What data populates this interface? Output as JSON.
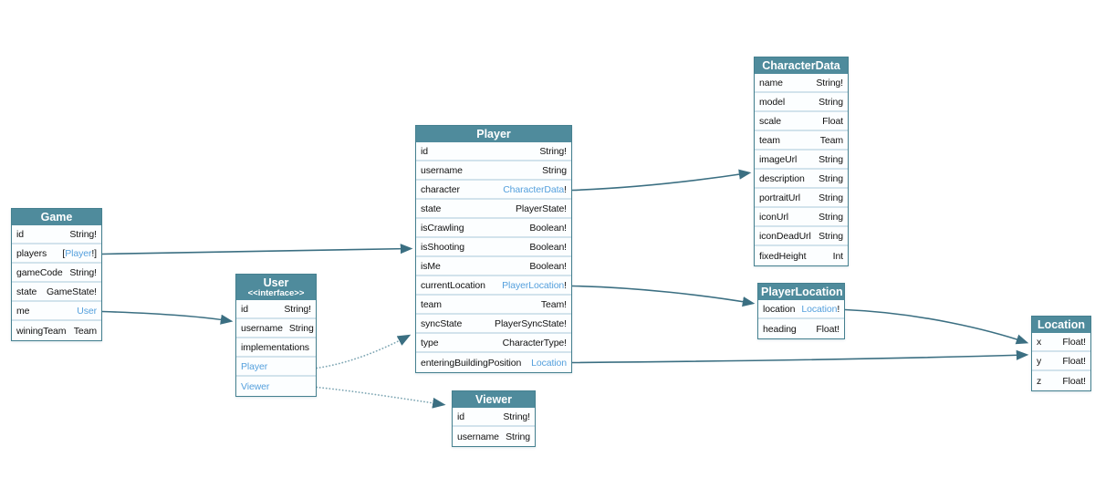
{
  "colors": {
    "header_bg": "#4f8b9c",
    "header_text": "#ffffff",
    "table_border": "#45808f",
    "row_separator": "#d2e3ec",
    "field_text": "#111111",
    "type_link": "#55a0dd",
    "edge_solid": "#3b6f82",
    "edge_dotted": "#7fa7b4"
  },
  "diagram": {
    "tables": [
      {
        "id": "game",
        "title": "Game",
        "fields": [
          {
            "name": "id",
            "type": [
              {
                "t": "String!"
              }
            ]
          },
          {
            "name": "players",
            "type": [
              {
                "t": "["
              },
              {
                "t": "Player",
                "link": true
              },
              {
                "t": "!]"
              }
            ]
          },
          {
            "name": "gameCode",
            "type": [
              {
                "t": "String!"
              }
            ]
          },
          {
            "name": "state",
            "type": [
              {
                "t": "GameState!"
              }
            ]
          },
          {
            "name": "me",
            "type": [
              {
                "t": "User",
                "link": true
              }
            ]
          },
          {
            "name": "winingTeam",
            "type": [
              {
                "t": "Team"
              }
            ]
          }
        ]
      },
      {
        "id": "user",
        "title": "User",
        "subtitle": "<<interface>>",
        "fields": [
          {
            "name": "id",
            "type": [
              {
                "t": "String!"
              }
            ]
          },
          {
            "name": "username",
            "type": [
              {
                "t": "String"
              }
            ]
          },
          {
            "name": "implementations",
            "label": true
          },
          {
            "name": "Player",
            "impl": true
          },
          {
            "name": "Viewer",
            "impl": true
          }
        ]
      },
      {
        "id": "player",
        "title": "Player",
        "fields": [
          {
            "name": "id",
            "type": [
              {
                "t": "String!"
              }
            ]
          },
          {
            "name": "username",
            "type": [
              {
                "t": "String"
              }
            ]
          },
          {
            "name": "character",
            "type": [
              {
                "t": "CharacterData",
                "link": true
              },
              {
                "t": "!"
              }
            ]
          },
          {
            "name": "state",
            "type": [
              {
                "t": "PlayerState!"
              }
            ]
          },
          {
            "name": "isCrawling",
            "type": [
              {
                "t": "Boolean!"
              }
            ]
          },
          {
            "name": "isShooting",
            "type": [
              {
                "t": "Boolean!"
              }
            ]
          },
          {
            "name": "isMe",
            "type": [
              {
                "t": "Boolean!"
              }
            ]
          },
          {
            "name": "currentLocation",
            "type": [
              {
                "t": "PlayerLocation",
                "link": true
              },
              {
                "t": "!"
              }
            ]
          },
          {
            "name": "team",
            "type": [
              {
                "t": "Team!"
              }
            ]
          },
          {
            "name": "syncState",
            "type": [
              {
                "t": "PlayerSyncState!"
              }
            ]
          },
          {
            "name": "type",
            "type": [
              {
                "t": "CharacterType!"
              }
            ]
          },
          {
            "name": "enteringBuildingPosition",
            "type": [
              {
                "t": "Location",
                "link": true
              }
            ]
          }
        ]
      },
      {
        "id": "viewer",
        "title": "Viewer",
        "fields": [
          {
            "name": "id",
            "type": [
              {
                "t": "String!"
              }
            ]
          },
          {
            "name": "username",
            "type": [
              {
                "t": "String"
              }
            ]
          }
        ]
      },
      {
        "id": "characterData",
        "title": "CharacterData",
        "fields": [
          {
            "name": "name",
            "type": [
              {
                "t": "String!"
              }
            ]
          },
          {
            "name": "model",
            "type": [
              {
                "t": "String"
              }
            ]
          },
          {
            "name": "scale",
            "type": [
              {
                "t": "Float"
              }
            ]
          },
          {
            "name": "team",
            "type": [
              {
                "t": "Team"
              }
            ]
          },
          {
            "name": "imageUrl",
            "type": [
              {
                "t": "String"
              }
            ]
          },
          {
            "name": "description",
            "type": [
              {
                "t": "String"
              }
            ]
          },
          {
            "name": "portraitUrl",
            "type": [
              {
                "t": "String"
              }
            ]
          },
          {
            "name": "iconUrl",
            "type": [
              {
                "t": "String"
              }
            ]
          },
          {
            "name": "iconDeadUrl",
            "type": [
              {
                "t": "String"
              }
            ]
          },
          {
            "name": "fixedHeight",
            "type": [
              {
                "t": "Int"
              }
            ]
          }
        ]
      },
      {
        "id": "playerLocation",
        "title": "PlayerLocation",
        "fields": [
          {
            "name": "location",
            "type": [
              {
                "t": "Location",
                "link": true
              },
              {
                "t": "!"
              }
            ]
          },
          {
            "name": "heading",
            "type": [
              {
                "t": "Float!"
              }
            ]
          }
        ]
      },
      {
        "id": "location",
        "title": "Location",
        "fields": [
          {
            "name": "x",
            "type": [
              {
                "t": "Float!"
              }
            ]
          },
          {
            "name": "y",
            "type": [
              {
                "t": "Float!"
              }
            ]
          },
          {
            "name": "z",
            "type": [
              {
                "t": "Float!"
              }
            ]
          }
        ]
      }
    ],
    "edges": [
      {
        "from": "Game.players",
        "to": "Player",
        "kind": "field"
      },
      {
        "from": "Game.me",
        "to": "User",
        "kind": "field"
      },
      {
        "from": "Player.character",
        "to": "CharacterData",
        "kind": "field"
      },
      {
        "from": "Player.currentLocation",
        "to": "PlayerLocation",
        "kind": "field"
      },
      {
        "from": "Player.enteringBuildingPosition",
        "to": "Location",
        "kind": "field"
      },
      {
        "from": "PlayerLocation.location",
        "to": "Location",
        "kind": "field"
      },
      {
        "from": "User.Player",
        "to": "Player",
        "kind": "implementation"
      },
      {
        "from": "User.Viewer",
        "to": "Viewer",
        "kind": "implementation"
      }
    ]
  }
}
